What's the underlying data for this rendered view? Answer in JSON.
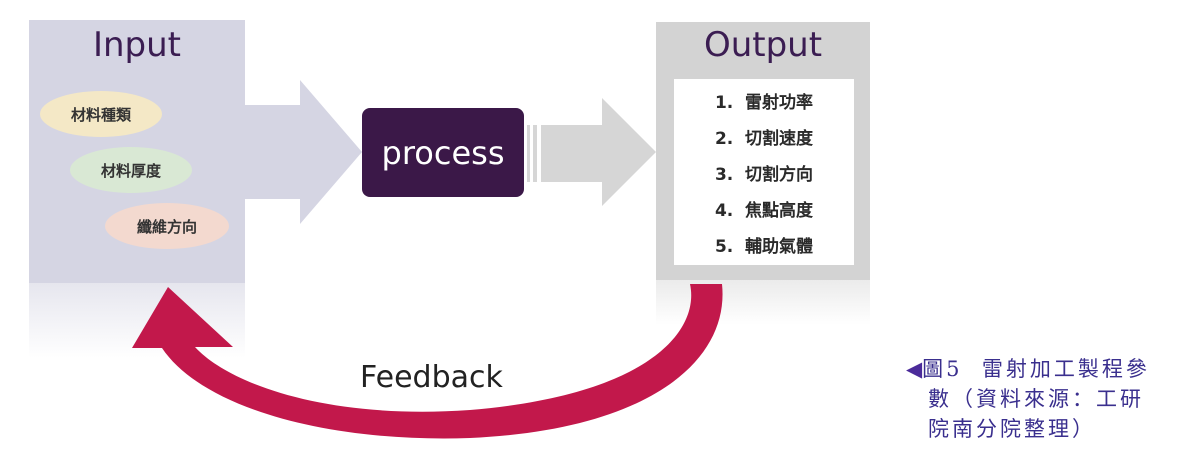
{
  "input": {
    "title": "Input",
    "items": [
      "材料種類",
      "材料厚度",
      "纖維方向"
    ]
  },
  "process": {
    "label": "process"
  },
  "output": {
    "title": "Output",
    "items": [
      "1.  雷射功率",
      "2.  切割速度",
      "3.  切割方向",
      "4.  焦點高度",
      "5.  輔助氣體"
    ]
  },
  "feedback": {
    "label": "Feedback"
  },
  "caption": {
    "marker": "◀",
    "lines": [
      "圖5  雷射加工製程參",
      "數（資料來源：工研",
      "院南分院整理）"
    ]
  },
  "colors": {
    "input_panel": "#d5d5e3",
    "output_panel": "#d3d3d3",
    "process_box": "#3b1848",
    "feedback_arrow": "#c2184b",
    "title_text": "#3b1d52",
    "caption_text": "#3a2f8e"
  }
}
